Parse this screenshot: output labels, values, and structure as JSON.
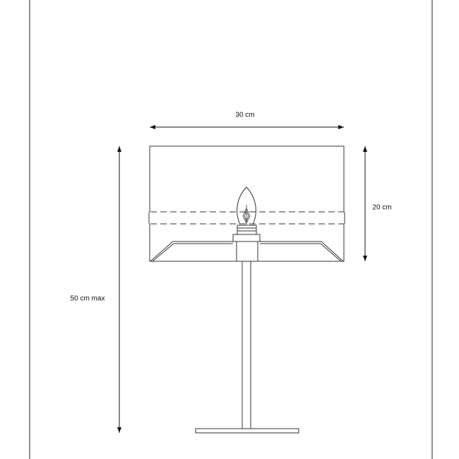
{
  "dimensions": {
    "width_label": "30 cm",
    "shade_height_label": "20 cm",
    "total_height_label": "50 cm max"
  },
  "colors": {
    "line": "#333333",
    "background": "#ffffff"
  }
}
